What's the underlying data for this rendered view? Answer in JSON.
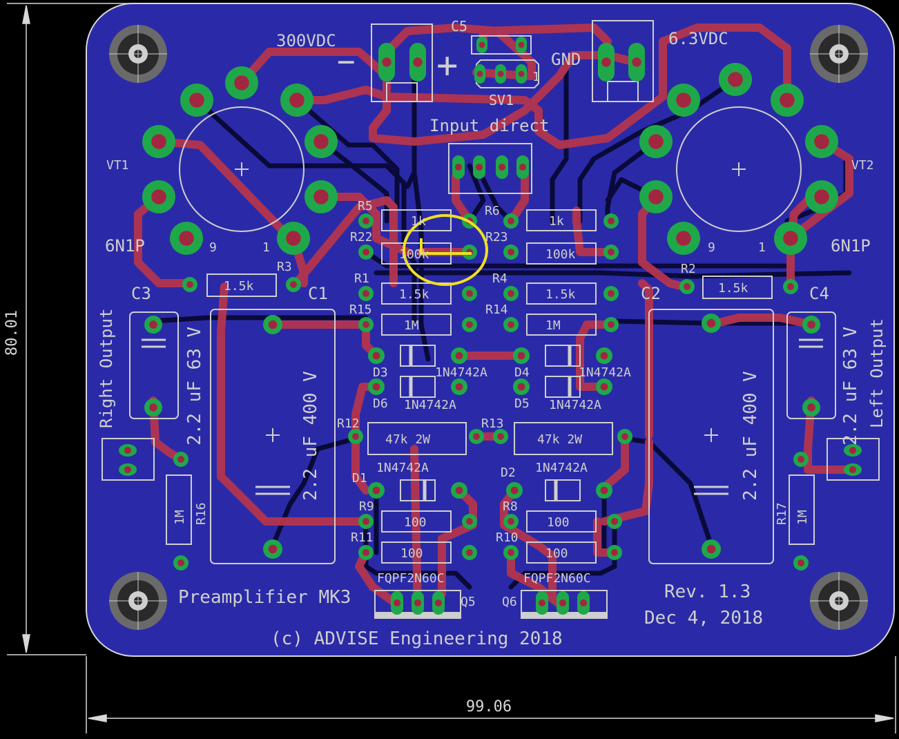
{
  "colors": {
    "background": "#000000",
    "board": "#2a2aa8",
    "board_outline": "#d8d8d8",
    "trace_top": "#b3354e",
    "trace_bottom": "#0a0a3a",
    "pad": "#1fa84a",
    "pad_drill": "#a32640",
    "silk": "#cfcfcf",
    "dimension": "#d8d8d8",
    "highlight": "#f0e020"
  },
  "dimensions": {
    "width": "99.06",
    "height": "80.01"
  },
  "board": {
    "title": "Preamplifier MK3",
    "revision": "Rev. 1.3",
    "date": "Dec 4, 2018",
    "copyright": "(c) ADVISE Engineering 2018"
  },
  "connectors": {
    "hv": "300VDC",
    "hv_minus": "−",
    "hv_plus": "+",
    "gnd": "GND",
    "heater": "6.3VDC",
    "c5": "C5",
    "sv1": "SV1",
    "sv1_pin": "1",
    "input": "Input direct",
    "right_output": "Right Output",
    "left_output": "Left Output"
  },
  "tubes": {
    "vt1": {
      "ref": "VT1",
      "type": "6N1P",
      "pin9": "9",
      "pin1": "1"
    },
    "vt2": {
      "ref": "VT2",
      "type": "6N1P",
      "pin9": "9",
      "pin1": "1"
    }
  },
  "resistors": {
    "r1": {
      "ref": "R1",
      "value": "1.5k"
    },
    "r2": {
      "ref": "R2",
      "value": "1.5k"
    },
    "r3": {
      "ref": "R3",
      "value": "1.5k"
    },
    "r4": {
      "ref": "R4",
      "value": "1.5k"
    },
    "r5": {
      "ref": "R5",
      "value": "1k"
    },
    "r6": {
      "ref": "R6",
      "value": "1k"
    },
    "r8": {
      "ref": "R8",
      "value": "100"
    },
    "r9": {
      "ref": "R9",
      "value": "100"
    },
    "r10": {
      "ref": "R10",
      "value": "100"
    },
    "r11": {
      "ref": "R11",
      "value": "100"
    },
    "r12": {
      "ref": "R12",
      "value": "47k 2W"
    },
    "r13": {
      "ref": "R13",
      "value": "47k 2W"
    },
    "r14": {
      "ref": "R14",
      "value": "1M"
    },
    "r15": {
      "ref": "R15",
      "value": "1M"
    },
    "r16": {
      "ref": "R16",
      "value": "1M"
    },
    "r17": {
      "ref": "R17",
      "value": "1M"
    },
    "r22": {
      "ref": "R22",
      "value": "100k"
    },
    "r23": {
      "ref": "R23",
      "value": "100k"
    }
  },
  "diodes": {
    "d1": {
      "ref": "D1",
      "value": "1N4742A"
    },
    "d2": {
      "ref": "D2",
      "value": "1N4742A"
    },
    "d3": {
      "ref": "D3",
      "value": "1N4742A"
    },
    "d4": {
      "ref": "D4",
      "value": "1N4742A"
    },
    "d5": {
      "ref": "D5",
      "value": "1N4742A"
    },
    "d6": {
      "ref": "D6",
      "value": "1N4742A"
    }
  },
  "capacitors": {
    "c1": {
      "ref": "C1",
      "value": "2.2 uF 400 V"
    },
    "c2": {
      "ref": "C2",
      "value": "2.2 uF 400 V"
    },
    "c3": {
      "ref": "C3",
      "value": "2.2 uF 63 V"
    },
    "c4": {
      "ref": "C4",
      "value": "2.2 uF 63 V"
    }
  },
  "transistors": {
    "q5": {
      "ref": "Q5",
      "type": "FQPF2N60C"
    },
    "q6": {
      "ref": "Q6",
      "type": "FQPF2N60C"
    }
  }
}
